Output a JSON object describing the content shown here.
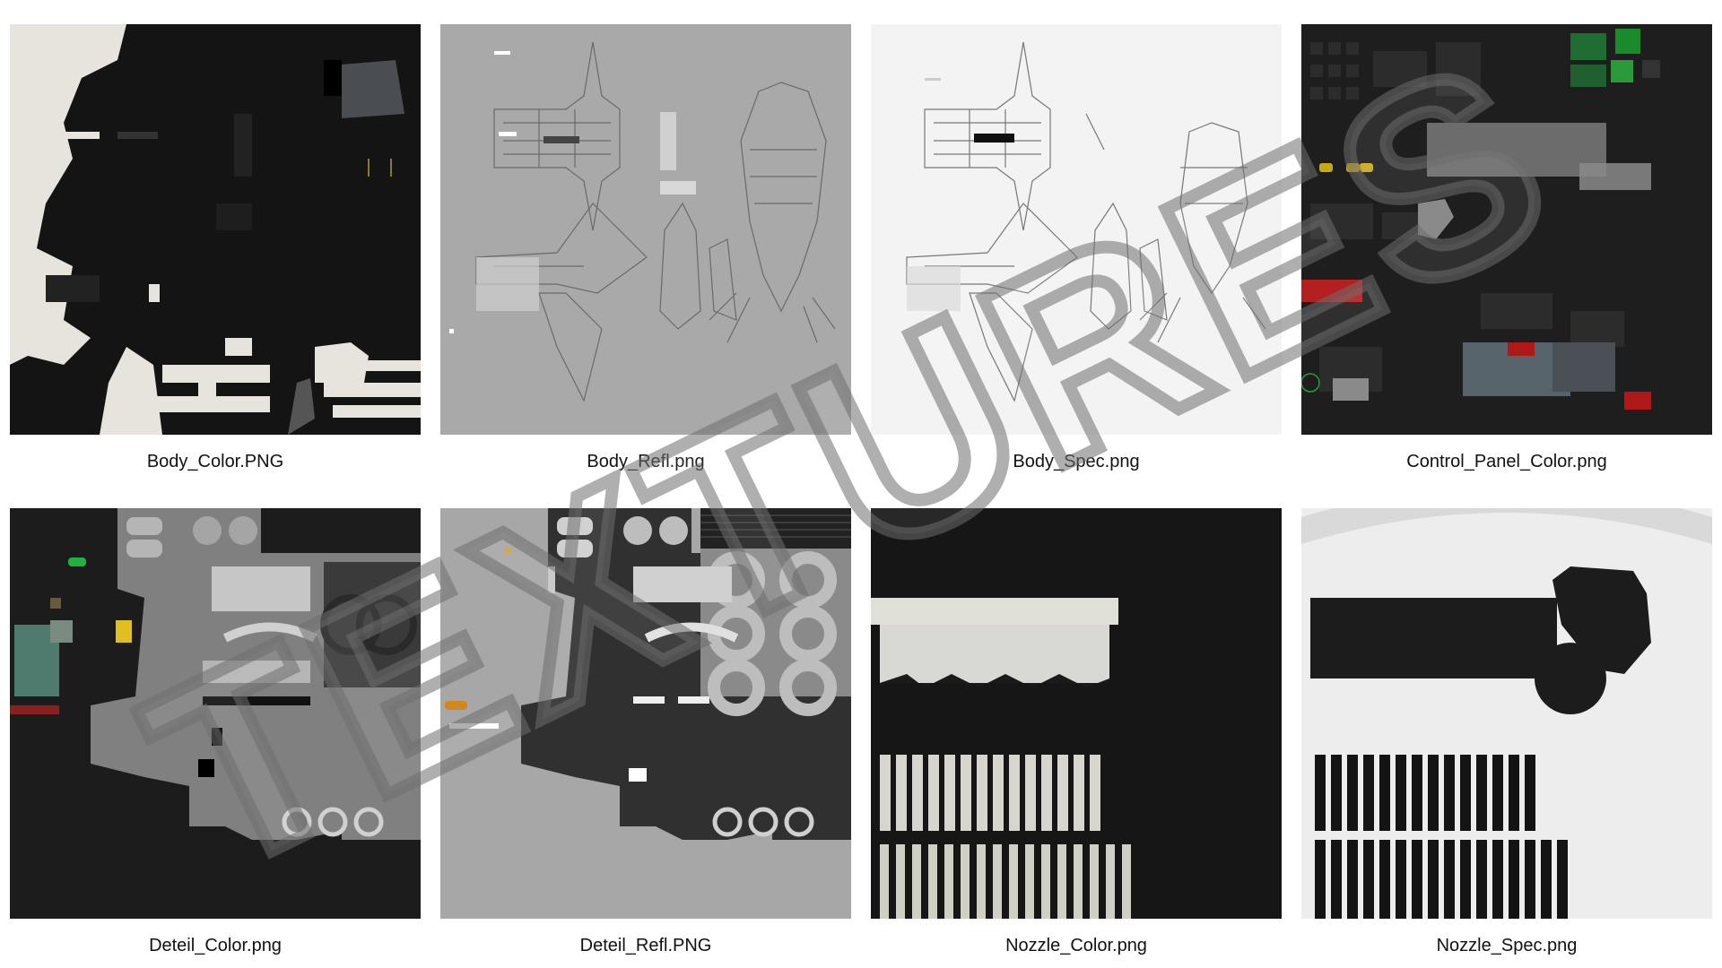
{
  "watermark": {
    "text": "TEXTURES"
  },
  "textures": [
    {
      "filename": "Body_Color.PNG"
    },
    {
      "filename": "Body_Refl.png"
    },
    {
      "filename": "Body_Spec.png"
    },
    {
      "filename": "Control_Panel_Color.png"
    },
    {
      "filename": "Deteil_Color.png"
    },
    {
      "filename": "Deteil_Refl.PNG"
    },
    {
      "filename": "Nozzle_Color.png"
    },
    {
      "filename": "Nozzle_Spec.png"
    }
  ]
}
